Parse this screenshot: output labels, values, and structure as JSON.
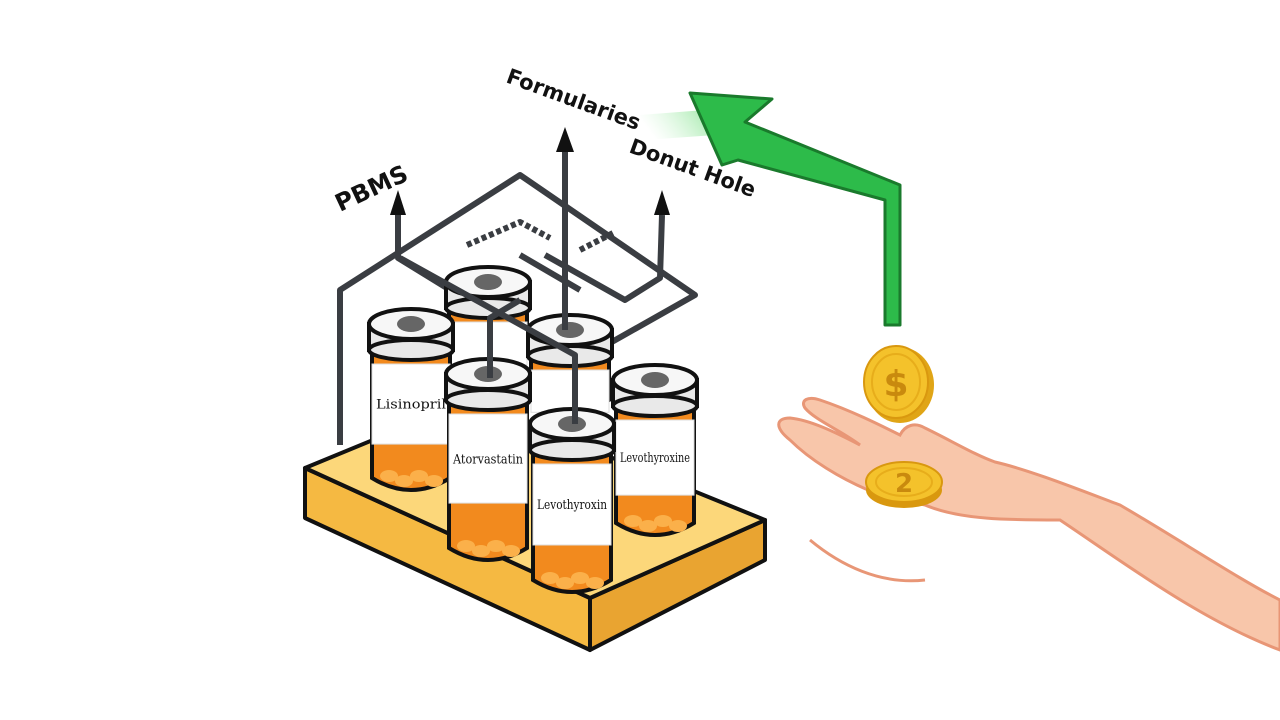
{
  "labels": {
    "pbms": "PBMS",
    "formularies": "Formularies",
    "donut_hole": "Donut Hole"
  },
  "bottles": [
    {
      "label": ""
    },
    {
      "label": ""
    },
    {
      "label": "Lisinopril"
    },
    {
      "label": "Atorvastatin"
    },
    {
      "label": "Levothyroxine"
    },
    {
      "label": "Levothyroxin"
    }
  ],
  "coins": [
    {
      "symbol": "$"
    },
    {
      "symbol": "2"
    }
  ],
  "colors": {
    "arrow_green": "#2dbb4a",
    "bottle_orange": "#f28a1e",
    "base_yellow": "#fcd77a",
    "pipe_gray": "#3a3d42",
    "coin_gold": "#f4c22b",
    "skin": "#f8c6aa"
  }
}
